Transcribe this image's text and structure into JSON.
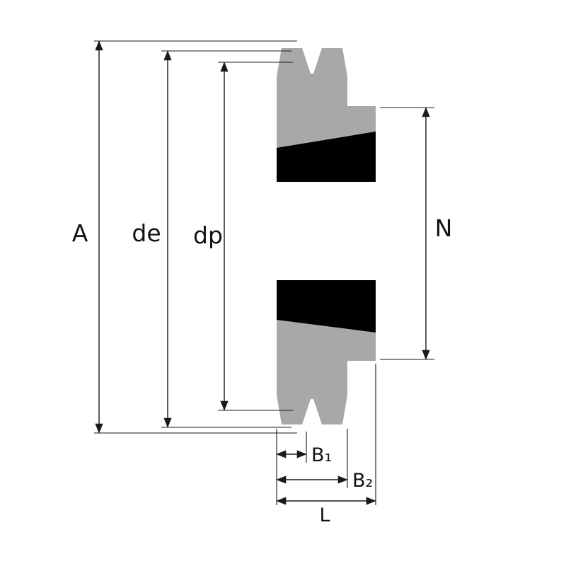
{
  "diagram": {
    "labels": {
      "A": "A",
      "de": "de",
      "dp": "dp",
      "N": "N",
      "B1": "B₁",
      "B2": "B₂",
      "L": "L"
    },
    "colors": {
      "body": "#a8a8a8",
      "section": "#000000",
      "background": "#ffffff",
      "line": "#1a1a1a"
    }
  }
}
